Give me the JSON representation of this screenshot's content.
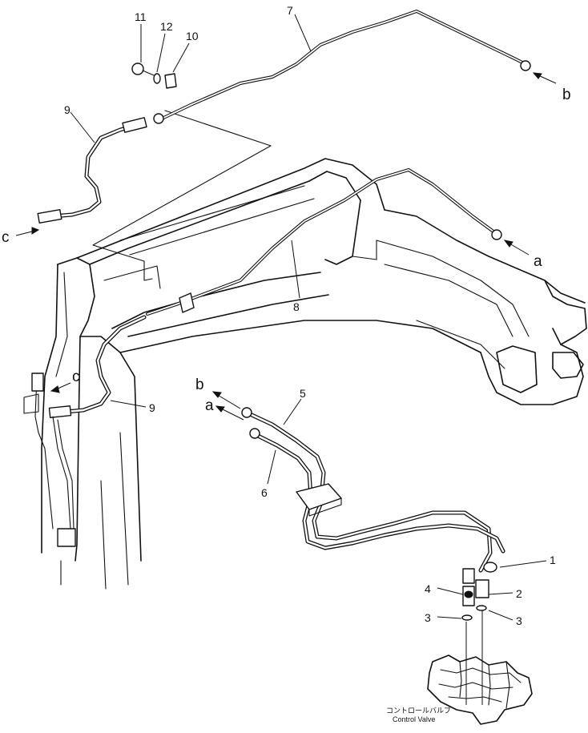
{
  "diagram": {
    "callouts": {
      "n1": "1",
      "n2": "2",
      "n3a": "3",
      "n3b": "3",
      "n4": "4",
      "n5": "5",
      "n6": "6",
      "n7": "7",
      "n8": "8",
      "n9a": "9",
      "n9b": "9",
      "n10": "10",
      "n11": "11",
      "n12": "12"
    },
    "connections": {
      "a_top": "a",
      "a_mid": "a",
      "b_top": "b",
      "b_mid": "b",
      "c_left": "c",
      "c_mid": "c"
    },
    "control_valve": {
      "label_jp": "コントロールバルブ",
      "label_en": "Control Valve"
    }
  }
}
